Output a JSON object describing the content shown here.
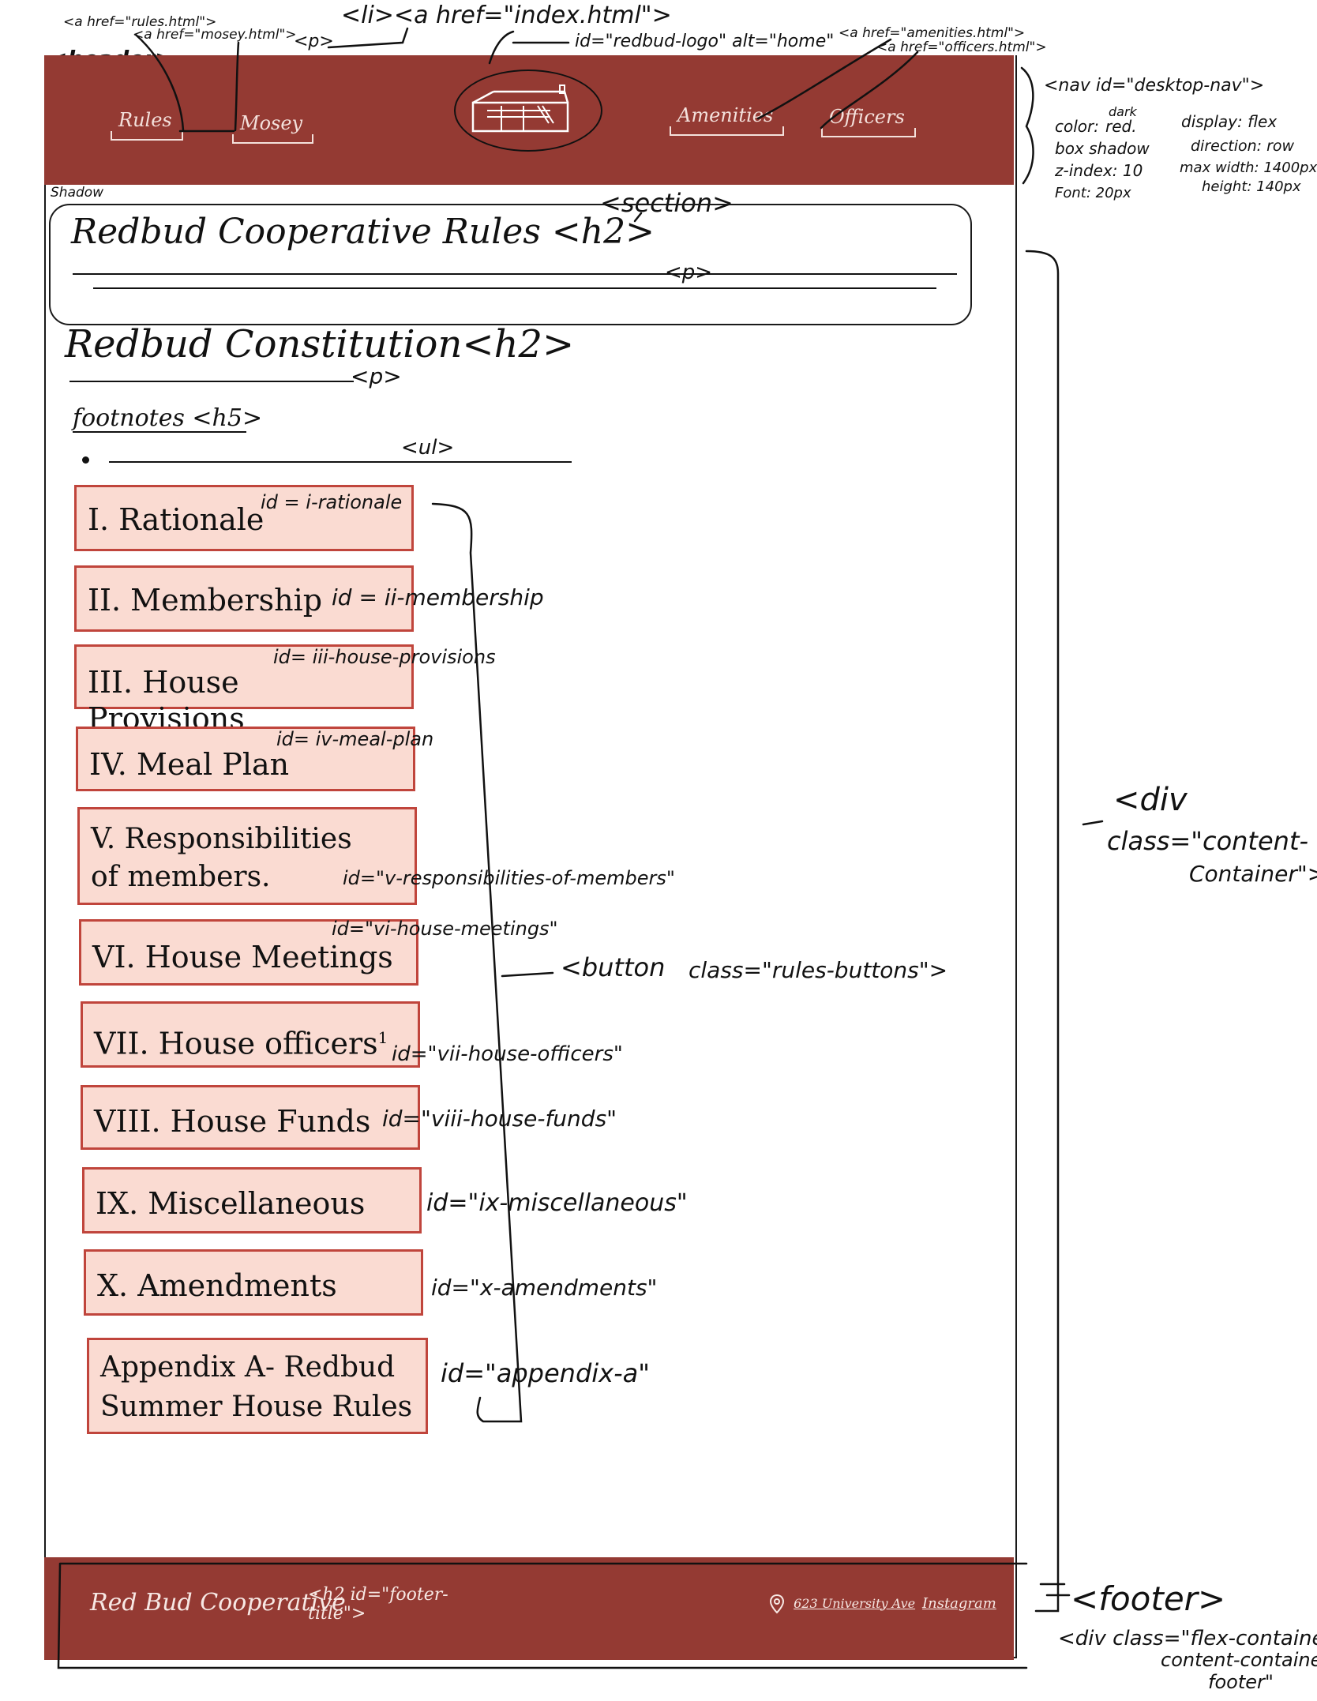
{
  "annotations": {
    "rules_link": "<a href=\"rules.html\">",
    "mosey_link": "<a href=\"mosey.html\">",
    "p_tag": "<p>",
    "li_index": "<li><a href=\"index.html\">",
    "logo_id": "id=\"redbud-logo\" alt=\"home\"",
    "amenities_link": "<a href=\"amenities.html\">",
    "officers_link": "<a href=\"officers.html\">",
    "header_tag": "<header>",
    "shadow": "Shadow",
    "nav_tag": "<nav id=\"desktop-nav\">",
    "color_label": "color:",
    "color_value_top": "dark",
    "color_value": "red.",
    "box_shadow": "box shadow",
    "z_index": "z-index: 10",
    "font": "Font: 20px",
    "display": "display: flex",
    "direction": "direction: row",
    "max_width": "max width: 1400px",
    "height": "height: 140px",
    "section_tag": "<section>",
    "section_p": "<p>",
    "constitution_p": "<p>",
    "ul_tag": "<ul>",
    "div_tag": "<div",
    "div_class_1": "class=\"content-",
    "div_class_2": "Container\">",
    "button_tag": "<button",
    "button_class": "class=\"rules-buttons\">",
    "footer_tag": "<footer>",
    "footer_div_1": "<div class=\"flex-container",
    "footer_div_2": "content-container",
    "footer_div_3": "footer\""
  },
  "header": {
    "nav": [
      "Rules",
      "Mosey",
      "Amenities",
      "Officers"
    ]
  },
  "section": {
    "title": "Redbud Cooperative Rules <h2>"
  },
  "constitution": {
    "title": "Redbud Constitution<h2>",
    "footnotes": "footnotes <h5>"
  },
  "rules": [
    {
      "label": "I. Rationale",
      "id": "id = i-rationale"
    },
    {
      "label": "II. Membership",
      "id": "id = ii-membership"
    },
    {
      "label": "III. House Provisions",
      "id": "id= iii-house-provisions"
    },
    {
      "label": "IV. Meal Plan",
      "id": "id= iv-meal-plan"
    },
    {
      "label": "V. Responsibilities of members.",
      "id": "id=\"v-responsibilities-of-members\""
    },
    {
      "label": "VI. House Meetings",
      "id": "id=\"vi-house-meetings\""
    },
    {
      "label": "VII. House officers",
      "sup": "1",
      "id": "id=\"vii-house-officers\""
    },
    {
      "label": "VIII. House Funds",
      "id": "id=\"viii-house-funds\""
    },
    {
      "label": "IX. Miscellaneous",
      "id": "id=\"ix-miscellaneous\""
    },
    {
      "label": "X. Amendments",
      "id": "id=\"x-amendments\""
    },
    {
      "label": "Appendix A- Redbud Summer House Rules",
      "id": "id=\"appendix-a\""
    }
  ],
  "footer": {
    "title": "Red Bud Cooperative",
    "title_note": "<h2 id=\"footer-title\">",
    "address": "623 University Ave",
    "instagram": "Instagram"
  },
  "colors": {
    "header_bg": "#943a33",
    "button_fill": "#fadbd2",
    "button_border": "#c0453c"
  }
}
